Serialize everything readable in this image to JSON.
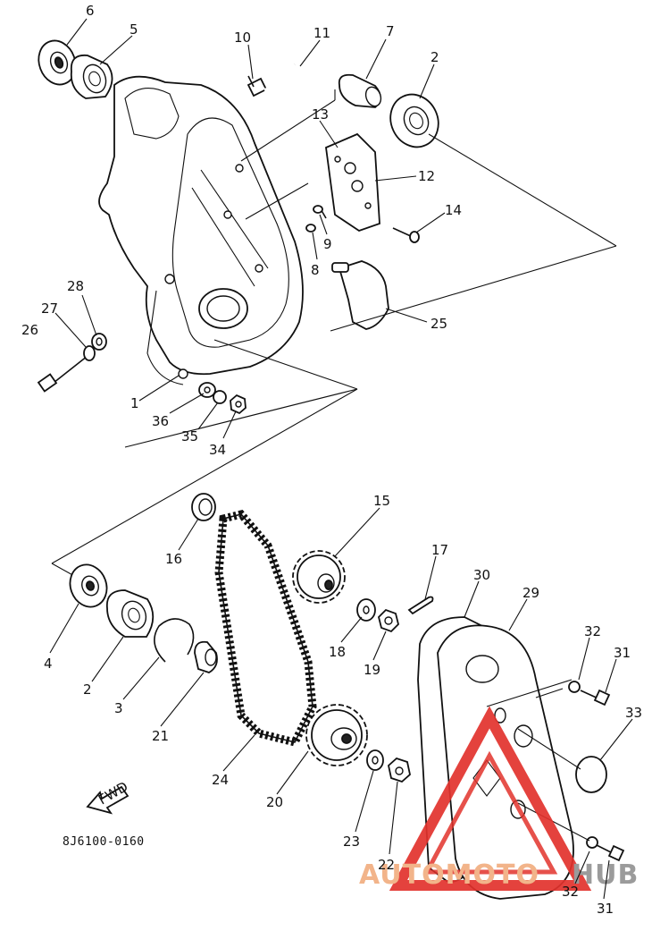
{
  "drawing_code": "8J6100-0160",
  "direction_label": "FWD",
  "watermark": {
    "part_a": "AUTOMOTO",
    "part_b": "HUB",
    "triangle_color": "#e2322c",
    "text_color": "#f2b48a",
    "hub_color": "#9b9b9b"
  },
  "callouts": [
    "6",
    "5",
    "10",
    "11",
    "7",
    "2",
    "13",
    "12",
    "14",
    "9",
    "8",
    "25",
    "28",
    "27",
    "26",
    "1",
    "36",
    "35",
    "34",
    "15",
    "16",
    "17",
    "4",
    "2",
    "3",
    "21",
    "18",
    "19",
    "30",
    "29",
    "32",
    "31",
    "33",
    "24",
    "20",
    "23",
    "22",
    "32",
    "31"
  ]
}
